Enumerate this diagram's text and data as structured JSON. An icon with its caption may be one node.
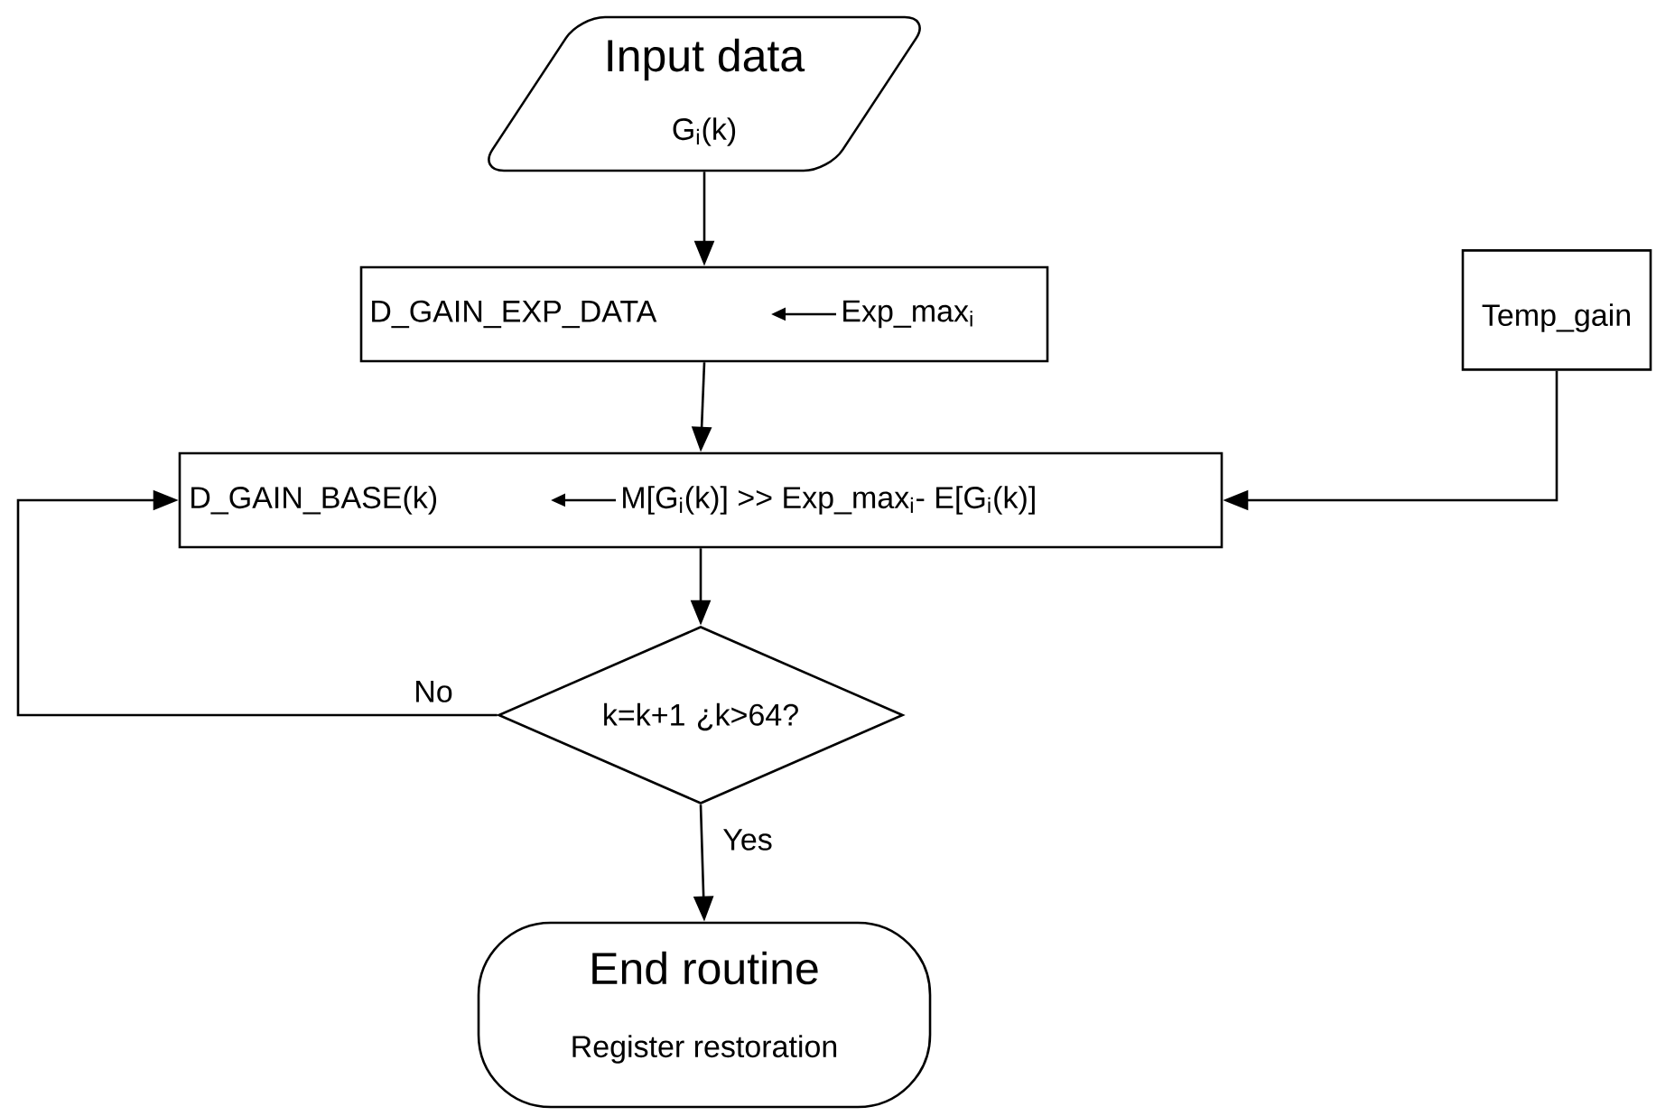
{
  "diagram": {
    "nodes": [
      {
        "text": [
          "Input data",
          "G$_{i}$(k)"
        ]
      },
      {
        "text": [
          "D_GAIN_EXP_DATA",
          "Exp_max$_{i}$"
        ]
      },
      {
        "text": [
          "D_GAIN_BASE(k)",
          "M[G$_{i}$(k)] >> Exp_max$_{i}$- E[G$_{i}$(k)]"
        ]
      },
      {
        "text": [
          "Temp_gain"
        ]
      },
      {
        "text": [
          "k=k+1 ¿k>64?"
        ]
      },
      {
        "text": [
          "End routine",
          "Register restoration"
        ]
      }
    ],
    "edges": [
      {
        "from": 0,
        "to": 1,
        "arrow": "to"
      },
      {
        "from": 1,
        "to": 2,
        "arrow": "to"
      },
      {
        "from": 3,
        "to": 2,
        "arrow": "to"
      },
      {
        "from": 2,
        "to": 4,
        "arrow": "to"
      },
      {
        "from": 4,
        "to": 2,
        "arrow": "to",
        "label": "No"
      },
      {
        "from": 4,
        "to": 5,
        "arrow": "to",
        "label": "Yes"
      }
    ]
  }
}
